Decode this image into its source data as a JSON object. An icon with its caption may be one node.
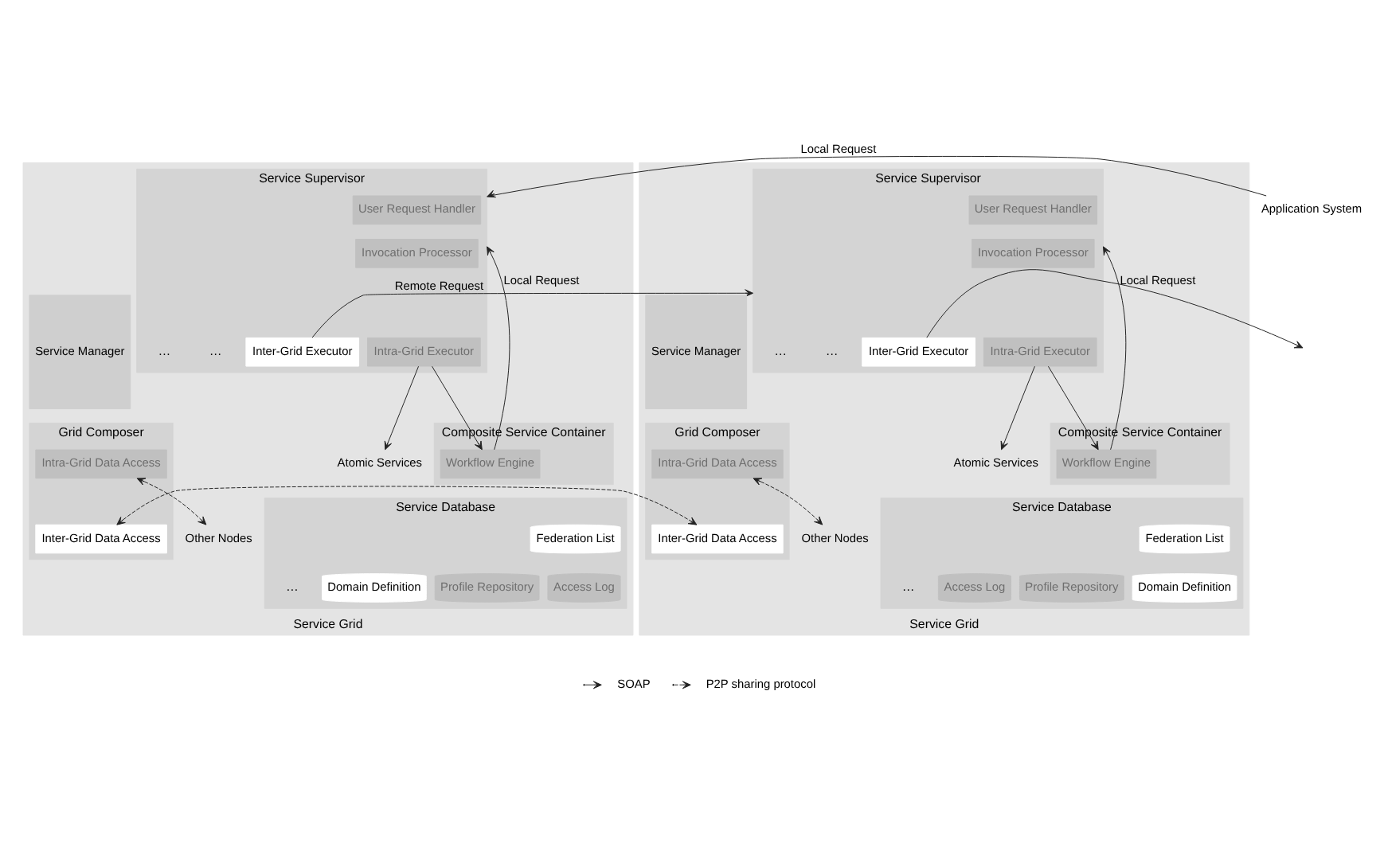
{
  "diagram": {
    "nodes": [
      {
        "text": [
          "Service Grid"
        ]
      },
      {
        "text": [
          "Service Manager"
        ],
        "in": 0
      },
      {
        "text": [
          "Service Supervisor"
        ],
        "in": 0
      },
      {
        "text": [
          "User Request Handler"
        ],
        "in": 2
      },
      {
        "text": [
          "Invocation Processor"
        ],
        "in": 2
      },
      {
        "text": [
          "Inter-Grid Executor"
        ],
        "in": 2
      },
      {
        "text": [
          "Intra-Grid Executor"
        ],
        "in": 2
      },
      {
        "text": [
          "Composite Service Container"
        ],
        "in": 0
      },
      {
        "text": [
          "Workflow Engine"
        ],
        "in": 7
      },
      {
        "text": [
          "Atomic Services"
        ],
        "in": 0
      },
      {
        "text": [
          "Grid Composer"
        ],
        "in": 0
      },
      {
        "text": [
          "Intra-Grid Data Access"
        ],
        "in": 10
      },
      {
        "text": [
          "Inter-Grid Data Access"
        ],
        "in": 10
      },
      {
        "text": [
          "Other Nodes"
        ],
        "in": 0
      },
      {
        "text": [
          "Service Database"
        ],
        "in": 0
      },
      {
        "text": [
          "Federation List"
        ],
        "in": 14
      },
      {
        "text": [
          "Access Log"
        ],
        "in": 14
      },
      {
        "text": [
          "Profile Repository"
        ],
        "in": 14
      },
      {
        "text": [
          "Domain Definition"
        ],
        "in": 14
      },
      {
        "text": [
          "Service Grid"
        ]
      },
      {
        "text": [
          "Service Manager"
        ],
        "in": 19
      },
      {
        "text": [
          "Service Supervisor"
        ],
        "in": 19
      },
      {
        "text": [
          "User Request Handler"
        ],
        "in": 21
      },
      {
        "text": [
          "Invocation Processor"
        ],
        "in": 21
      },
      {
        "text": [
          "Inter-Grid Executor"
        ],
        "in": 21
      },
      {
        "text": [
          "Intra-Grid Executor"
        ],
        "in": 21
      },
      {
        "text": [
          "Composite Service Container"
        ],
        "in": 19
      },
      {
        "text": [
          "Workflow Engine"
        ],
        "in": 26
      },
      {
        "text": [
          "Atomic Services"
        ],
        "in": 19
      },
      {
        "text": [
          "Grid Composer"
        ],
        "in": 19
      },
      {
        "text": [
          "Intra-Grid Data Access"
        ],
        "in": 29
      },
      {
        "text": [
          "Inter-Grid Data Access"
        ],
        "in": 29
      },
      {
        "text": [
          "Other Nodes"
        ],
        "in": 19
      },
      {
        "text": [
          "Service Database"
        ],
        "in": 19
      },
      {
        "text": [
          "Federation List"
        ],
        "in": 33
      },
      {
        "text": [
          "Domain Definition"
        ],
        "in": 33
      },
      {
        "text": [
          "Profile Repository"
        ],
        "in": 33
      },
      {
        "text": [
          "Access Log"
        ],
        "in": 33
      },
      {
        "text": [
          "Application System"
        ]
      }
    ],
    "edges": [
      {
        "from": 38,
        "to": 2,
        "arrow": "to",
        "label": "Local Request"
      },
      {
        "from": 8,
        "to": 2,
        "arrow": "to",
        "label": "Local Request"
      },
      {
        "from": 6,
        "to": 8,
        "arrow": "to"
      },
      {
        "from": 6,
        "to": 9,
        "arrow": "to"
      },
      {
        "from": 5,
        "to": 21,
        "arrow": "to",
        "label": "Remote Request"
      },
      {
        "from": 11,
        "to": 13,
        "arrow": "both",
        "style": "dashed"
      },
      {
        "from": 12,
        "to": 31,
        "arrow": "both",
        "style": "dashed"
      },
      {
        "from": 27,
        "to": 21,
        "arrow": "to",
        "label": "Local Request"
      },
      {
        "from": 25,
        "to": 27,
        "arrow": "to"
      },
      {
        "from": 25,
        "to": 28,
        "arrow": "to"
      },
      {
        "from": 24,
        "to": null,
        "arrow": "to"
      },
      {
        "from": 30,
        "to": 32,
        "arrow": "both",
        "style": "dashed"
      }
    ],
    "labels": [
      "…",
      "…",
      "…",
      "…",
      "…",
      "…"
    ],
    "legend": [
      {
        "text": "SOAP"
      },
      {
        "text": "P2P sharing protocol"
      }
    ]
  }
}
